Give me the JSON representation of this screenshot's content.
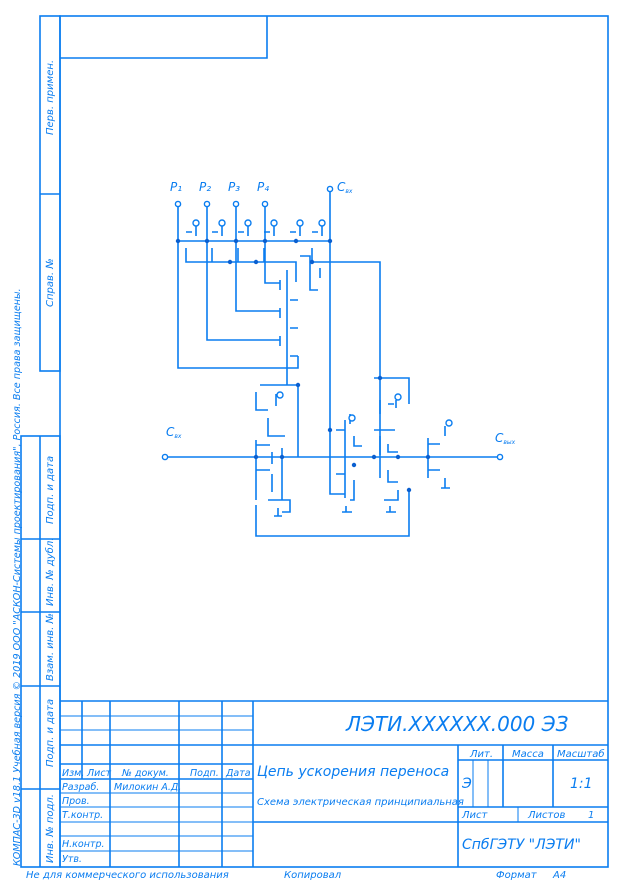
{
  "side_labels": {
    "perv_primen": "Перв. примен.",
    "sprav_no": "Справ. №",
    "podp_data_1": "Подп. и дата",
    "inv_dubl": "Инв. № дубл.",
    "vzam_inv": "Взам. инв. №",
    "podp_data_2": "Подп. и дата",
    "inv_podl": "Инв. № подл."
  },
  "copyright": "КОМПАС-3D v18.1 Учебная версия © 2019 ООО \"АСКОН-Системы проектирования\", Россия. Все права защищены.",
  "schematic": {
    "inputs": [
      "P₁",
      "P₂",
      "P₃",
      "P₄"
    ],
    "c_top": "C",
    "c_top_sub": "вх",
    "c_in": "C",
    "c_in_sub": "вх",
    "c_out": "C",
    "c_out_sub": "вых"
  },
  "title_block": {
    "designation": "ЛЭТИ.XXXXXX.000 ЭЗ",
    "title": "Цепь ускорения переноса",
    "doc_type": "Схема электрическая принципиальная",
    "org": "СпбГЭТУ \"ЛЭТИ\"",
    "lit_header": "Лит.",
    "mass_header": "Масса",
    "scale_header": "Масштаб",
    "lit_value": "Э",
    "scale_value": "1:1",
    "sheet_label": "Лист",
    "sheets_label": "Листов",
    "sheets_value": "1",
    "col_izm": "Изм.",
    "col_list": "Лист",
    "col_docnum": "№ докум.",
    "col_podp": "Подп.",
    "col_data": "Дата",
    "razrab_label": "Разраб.",
    "razrab_name": "Милокин А.Д.",
    "prov_label": "Пров.",
    "tkontr_label": "Т.контр.",
    "nkontr_label": "Н.контр.",
    "utv_label": "Утв."
  },
  "footer": {
    "noncommercial": "Не для коммерческого использования",
    "copied": "Копировал",
    "format_label": "Формат",
    "format_value": "A4"
  }
}
